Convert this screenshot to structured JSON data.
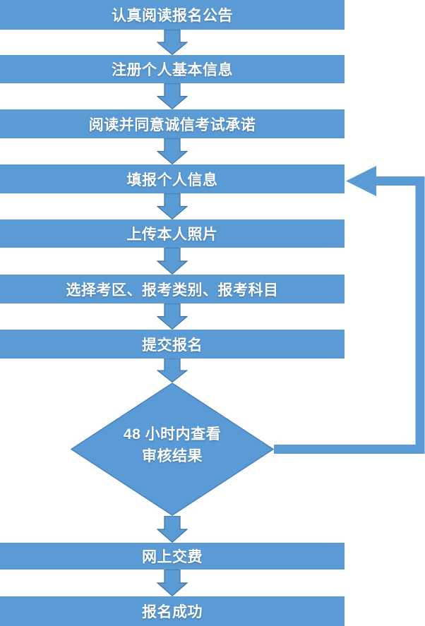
{
  "colors": {
    "shape_fill": "#5B9BD5",
    "shape_border": "#41719C",
    "diamond_border": "#4A7FBE",
    "text_color": "#FFFFFF",
    "background": "#FFFFFF"
  },
  "flow": {
    "steps": [
      {
        "id": "step-read-announcement",
        "label": "认真阅读报名公告"
      },
      {
        "id": "step-register-info",
        "label": "注册个人基本信息"
      },
      {
        "id": "step-agree-commitment",
        "label": "阅读并同意诚信考试承诺"
      },
      {
        "id": "step-fill-personal-info",
        "label": "填报个人信息"
      },
      {
        "id": "step-upload-photo",
        "label": "上传本人照片"
      },
      {
        "id": "step-select-exam-options",
        "label": "选择考区、报考类别、报考科目"
      },
      {
        "id": "step-submit-registration",
        "label": "提交报名"
      },
      {
        "id": "decision-review-result",
        "label_line1": "48 小时内查看",
        "label_line2": "审核结果"
      },
      {
        "id": "step-pay-online",
        "label": "网上交费"
      },
      {
        "id": "step-registration-success",
        "label": "报名成功"
      }
    ],
    "loop_back": {
      "from": "decision-review-result",
      "to": "step-fill-personal-info"
    }
  }
}
